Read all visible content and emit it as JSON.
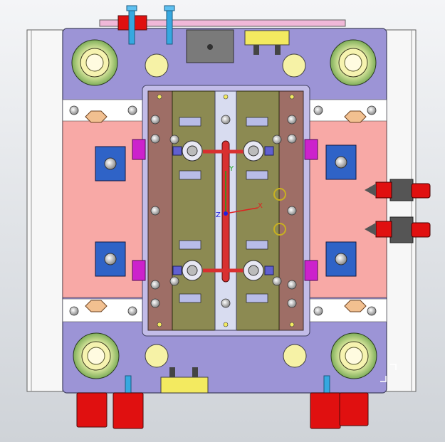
{
  "viewport": {
    "background_top": "#f4f5f7",
    "background_bottom": "#cfd3d8"
  },
  "colors": {
    "plate_purple": "#9c94d6",
    "frame_white": "#f7f7f7",
    "salmon": "#f8a9a6",
    "brown_plate": "#9e6e66",
    "olive": "#8c8a52",
    "center_strip": "#d8dcf0",
    "bushing_yellow": "#f6f2a6",
    "guide_green": "#cfe9a0",
    "slider_blue": "#2f63c7",
    "magenta": "#cc22cc",
    "red_fitting": "#e01010",
    "runner_red": "#d83030",
    "cyan_bolt": "#36a8e0",
    "orange_nut": "#f2c090",
    "axis_green": "#1aa31a",
    "axis_red": "#e02020",
    "axis_blue": "#2020e0"
  },
  "axes": {
    "y_label": "Y",
    "z_label": "Z",
    "x_label": "X"
  },
  "icons": {
    "triad": "coordinate-triad-icon",
    "corner": "corner-bracket-icon"
  }
}
